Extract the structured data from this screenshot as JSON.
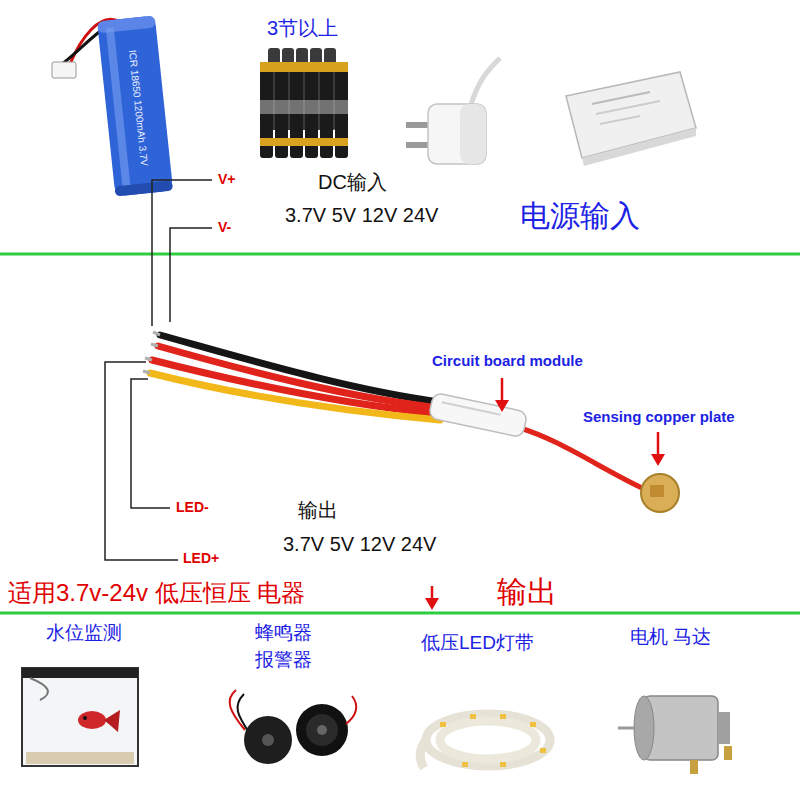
{
  "diagram": {
    "labels": [
      "3节以上",
      "ICR 18650 1200mAh 3.7V",
      "V+",
      "DC输入",
      "3.7V 5V 12V 24V",
      "V-",
      "电源输入",
      "Circuit board module",
      "Sensing copper plate",
      "LED-",
      "输出",
      "3.7V 5V 12V 24V",
      "LED+",
      "适用3.7v-24v 低压恒压 电器",
      "输出",
      "水位监测",
      "蜂鸣器 报警器",
      "低压LED灯带",
      "电机 马达"
    ]
  }
}
